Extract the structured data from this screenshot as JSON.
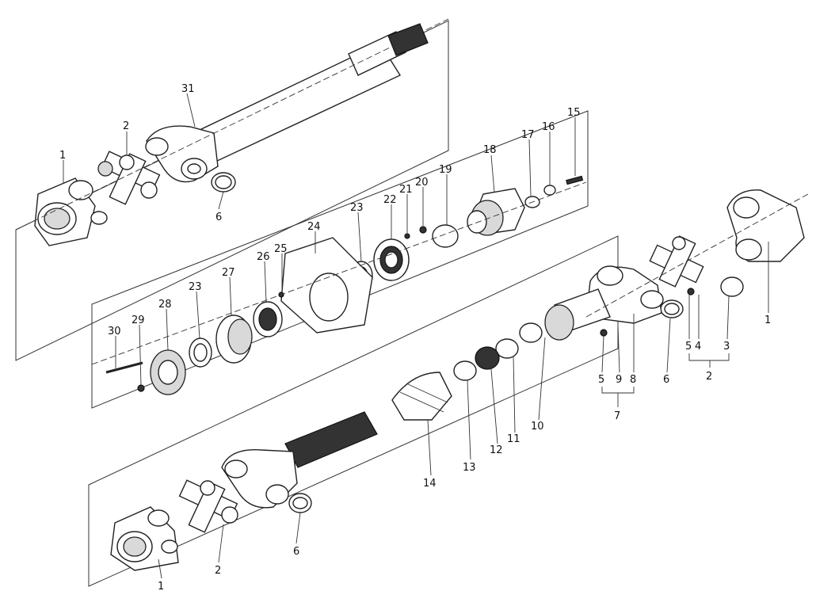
{
  "diagram": {
    "callouts": [
      {
        "id": "c-31a",
        "text": "31"
      },
      {
        "id": "c-2a",
        "text": "2"
      },
      {
        "id": "c-1a",
        "text": "1"
      },
      {
        "id": "c-6a",
        "text": "6"
      },
      {
        "id": "c-15",
        "text": "15"
      },
      {
        "id": "c-16",
        "text": "16"
      },
      {
        "id": "c-17",
        "text": "17"
      },
      {
        "id": "c-18",
        "text": "18"
      },
      {
        "id": "c-19",
        "text": "19"
      },
      {
        "id": "c-20",
        "text": "20"
      },
      {
        "id": "c-21",
        "text": "21"
      },
      {
        "id": "c-22",
        "text": "22"
      },
      {
        "id": "c-23a",
        "text": "23"
      },
      {
        "id": "c-24",
        "text": "24"
      },
      {
        "id": "c-25",
        "text": "25"
      },
      {
        "id": "c-26",
        "text": "26"
      },
      {
        "id": "c-27",
        "text": "27"
      },
      {
        "id": "c-23b",
        "text": "23"
      },
      {
        "id": "c-28",
        "text": "28"
      },
      {
        "id": "c-29",
        "text": "29"
      },
      {
        "id": "c-30",
        "text": "30"
      },
      {
        "id": "c-1b",
        "text": "1"
      },
      {
        "id": "c-5a",
        "text": "5"
      },
      {
        "id": "c-4",
        "text": "4"
      },
      {
        "id": "c-3",
        "text": "3"
      },
      {
        "id": "c-2b",
        "text": "2"
      },
      {
        "id": "c-6b",
        "text": "6"
      },
      {
        "id": "c-5b",
        "text": "5"
      },
      {
        "id": "c-9",
        "text": "9"
      },
      {
        "id": "c-8",
        "text": "8"
      },
      {
        "id": "c-7",
        "text": "7"
      },
      {
        "id": "c-10",
        "text": "10"
      },
      {
        "id": "c-11",
        "text": "11"
      },
      {
        "id": "c-12",
        "text": "12"
      },
      {
        "id": "c-13",
        "text": "13"
      },
      {
        "id": "c-14",
        "text": "14"
      },
      {
        "id": "c-6c",
        "text": "6"
      },
      {
        "id": "c-2c",
        "text": "2"
      },
      {
        "id": "c-1c",
        "text": "1"
      }
    ]
  }
}
